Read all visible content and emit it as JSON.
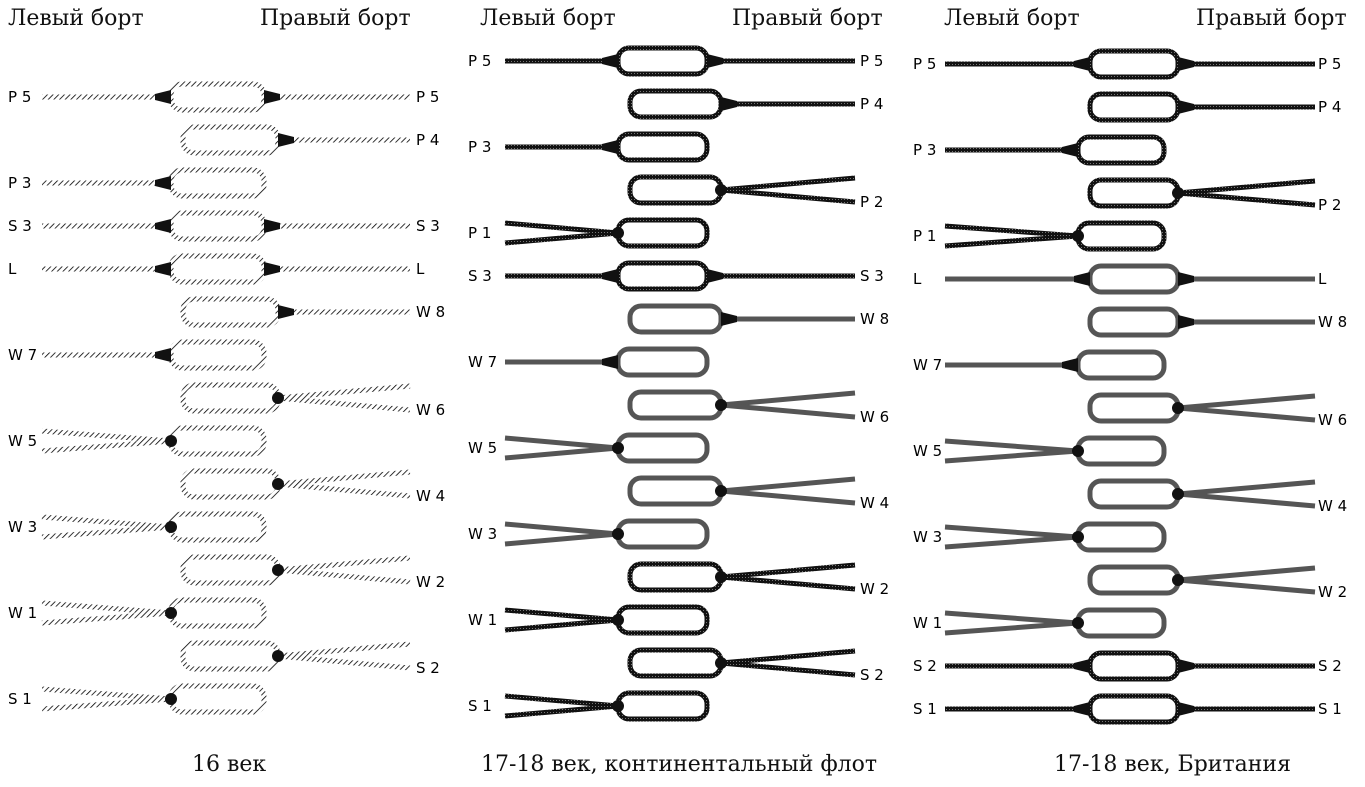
{
  "panels": [
    {
      "left_title": "Левый борт",
      "right_title": "Правый борт",
      "caption": "16 век",
      "rows": [
        {
          "left": "P 5",
          "right": "P 5",
          "side": "left",
          "stem": "single",
          "cross": "right",
          "lpat": "hatch",
          "rpat": "hatch"
        },
        {
          "left": "",
          "right": "P 4",
          "side": "right",
          "stem": "none",
          "cross": "right",
          "lpat": "none",
          "rpat": "hatch"
        },
        {
          "left": "P 3",
          "right": "",
          "side": "left",
          "stem": "none",
          "cross": "left",
          "lpat": "hatch",
          "rpat": "none"
        },
        {
          "left": "S 3",
          "right": "S 3",
          "side": "left",
          "stem": "single",
          "cross": "right",
          "lpat": "hatch",
          "rpat": "hatch"
        },
        {
          "left": "L",
          "right": "L",
          "side": "left",
          "stem": "single",
          "cross": "right",
          "lpat": "hatch",
          "rpat": "hatch"
        },
        {
          "left": "",
          "right": "W 8",
          "side": "right",
          "stem": "none",
          "cross": "right",
          "lpat": "none",
          "rpat": "hatch"
        },
        {
          "left": "W 7",
          "right": "",
          "side": "left",
          "stem": "none",
          "cross": "left",
          "lpat": "hatch",
          "rpat": "none"
        },
        {
          "left": "",
          "right": "W 6",
          "side": "right",
          "stem": "none",
          "cross": "cross",
          "lpat": "none",
          "rpat": "rope"
        },
        {
          "left": "W 5",
          "right": "",
          "side": "left",
          "stem": "none",
          "cross": "cross",
          "lpat": "rope",
          "rpat": "none"
        },
        {
          "left": "",
          "right": "W 4",
          "side": "right",
          "stem": "none",
          "cross": "cross",
          "lpat": "none",
          "rpat": "rope"
        },
        {
          "left": "W 3",
          "right": "",
          "side": "left",
          "stem": "none",
          "cross": "cross",
          "lpat": "rope",
          "rpat": "none"
        },
        {
          "left": "",
          "right": "W 2",
          "side": "right",
          "stem": "none",
          "cross": "cross",
          "lpat": "none",
          "rpat": "rope"
        },
        {
          "left": "W 1",
          "right": "",
          "side": "left",
          "stem": "none",
          "cross": "cross",
          "lpat": "rope",
          "rpat": "none"
        },
        {
          "left": "",
          "right": "S 2",
          "side": "right",
          "stem": "none",
          "cross": "cross",
          "lpat": "none",
          "rpat": "rope"
        },
        {
          "left": "S 1",
          "right": "",
          "side": "left",
          "stem": "none",
          "cross": "cross",
          "lpat": "rope",
          "rpat": "none"
        }
      ]
    },
    {
      "left_title": "Левый борт",
      "right_title": "Правый борт",
      "caption": "17-18 век, континентальный флот",
      "rows": [
        {
          "left": "P 5",
          "right": "P 5",
          "side": "left",
          "stem": "single",
          "cross": "right",
          "lpat": "dark",
          "rpat": "dark"
        },
        {
          "left": "",
          "right": "P 4",
          "side": "right",
          "stem": "none",
          "cross": "right",
          "lpat": "none",
          "rpat": "dark"
        },
        {
          "left": "P 3",
          "right": "",
          "side": "left",
          "stem": "none",
          "cross": "left",
          "lpat": "dark",
          "rpat": "none"
        },
        {
          "left": "",
          "right": "P 2",
          "side": "right",
          "stem": "none",
          "cross": "cross",
          "lpat": "none",
          "rpat": "dark"
        },
        {
          "left": "P 1",
          "right": "",
          "side": "left",
          "stem": "none",
          "cross": "cross",
          "lpat": "dark",
          "rpat": "none"
        },
        {
          "left": "S 3",
          "right": "S 3",
          "side": "left",
          "stem": "single",
          "cross": "right",
          "lpat": "dark",
          "rpat": "dark"
        },
        {
          "left": "",
          "right": "W 8",
          "side": "right",
          "stem": "none",
          "cross": "right",
          "lpat": "none",
          "rpat": "mixed"
        },
        {
          "left": "W 7",
          "right": "",
          "side": "left",
          "stem": "none",
          "cross": "left",
          "lpat": "mixed",
          "rpat": "none"
        },
        {
          "left": "",
          "right": "W 6",
          "side": "right",
          "stem": "none",
          "cross": "cross",
          "lpat": "none",
          "rpat": "mixed"
        },
        {
          "left": "W 5",
          "right": "",
          "side": "left",
          "stem": "none",
          "cross": "cross",
          "lpat": "mixed",
          "rpat": "none"
        },
        {
          "left": "",
          "right": "W 4",
          "side": "right",
          "stem": "none",
          "cross": "cross",
          "lpat": "none",
          "rpat": "mixed"
        },
        {
          "left": "W 3",
          "right": "",
          "side": "left",
          "stem": "none",
          "cross": "cross",
          "lpat": "mixed",
          "rpat": "none"
        },
        {
          "left": "",
          "right": "W 2",
          "side": "right",
          "stem": "none",
          "cross": "cross",
          "lpat": "none",
          "rpat": "dark"
        },
        {
          "left": "W 1",
          "right": "",
          "side": "left",
          "stem": "none",
          "cross": "cross",
          "lpat": "dark",
          "rpat": "none"
        },
        {
          "left": "",
          "right": "S 2",
          "side": "right",
          "stem": "none",
          "cross": "cross",
          "lpat": "none",
          "rpat": "dark"
        },
        {
          "left": "S 1",
          "right": "",
          "side": "left",
          "stem": "none",
          "cross": "cross",
          "lpat": "dark",
          "rpat": "none"
        }
      ]
    },
    {
      "left_title": "Левый борт",
      "right_title": "Правый борт",
      "caption": "17-18 век, Британия",
      "rows": [
        {
          "left": "P 5",
          "right": "P 5",
          "side": "right",
          "stem": "single",
          "cross": "left",
          "lpat": "dark",
          "rpat": "dark"
        },
        {
          "left": "",
          "right": "P 4",
          "side": "right",
          "stem": "none",
          "cross": "right",
          "lpat": "none",
          "rpat": "dark"
        },
        {
          "left": "P 3",
          "right": "",
          "side": "left",
          "stem": "none",
          "cross": "left",
          "lpat": "dark",
          "rpat": "none"
        },
        {
          "left": "",
          "right": "P 2",
          "side": "right",
          "stem": "none",
          "cross": "cross",
          "lpat": "none",
          "rpat": "dark"
        },
        {
          "left": "P 1",
          "right": "",
          "side": "left",
          "stem": "none",
          "cross": "cross",
          "lpat": "dark",
          "rpat": "none"
        },
        {
          "left": "L",
          "right": "L",
          "side": "right",
          "stem": "single",
          "cross": "left",
          "lpat": "mixed",
          "rpat": "mixed"
        },
        {
          "left": "",
          "right": "W 8",
          "side": "right",
          "stem": "none",
          "cross": "right",
          "lpat": "none",
          "rpat": "mixed"
        },
        {
          "left": "W 7",
          "right": "",
          "side": "left",
          "stem": "none",
          "cross": "left",
          "lpat": "mixed",
          "rpat": "none"
        },
        {
          "left": "",
          "right": "W 6",
          "side": "right",
          "stem": "none",
          "cross": "cross",
          "lpat": "none",
          "rpat": "mixed"
        },
        {
          "left": "W 5",
          "right": "",
          "side": "left",
          "stem": "none",
          "cross": "cross",
          "lpat": "mixed",
          "rpat": "none"
        },
        {
          "left": "",
          "right": "W 4",
          "side": "right",
          "stem": "none",
          "cross": "cross",
          "lpat": "none",
          "rpat": "mixed"
        },
        {
          "left": "W 3",
          "right": "",
          "side": "left",
          "stem": "none",
          "cross": "cross",
          "lpat": "mixed",
          "rpat": "none"
        },
        {
          "left": "",
          "right": "W 2",
          "side": "right",
          "stem": "none",
          "cross": "cross",
          "lpat": "none",
          "rpat": "mixed"
        },
        {
          "left": "W 1",
          "right": "",
          "side": "left",
          "stem": "none",
          "cross": "cross",
          "lpat": "mixed",
          "rpat": "none"
        },
        {
          "left": "S 2",
          "right": "S 2",
          "side": "right",
          "stem": "single",
          "cross": "left",
          "lpat": "dark",
          "rpat": "dark"
        },
        {
          "left": "S 1",
          "right": "S 1",
          "side": "right",
          "stem": "single",
          "cross": "left",
          "lpat": "dark",
          "rpat": "dark"
        }
      ]
    }
  ]
}
